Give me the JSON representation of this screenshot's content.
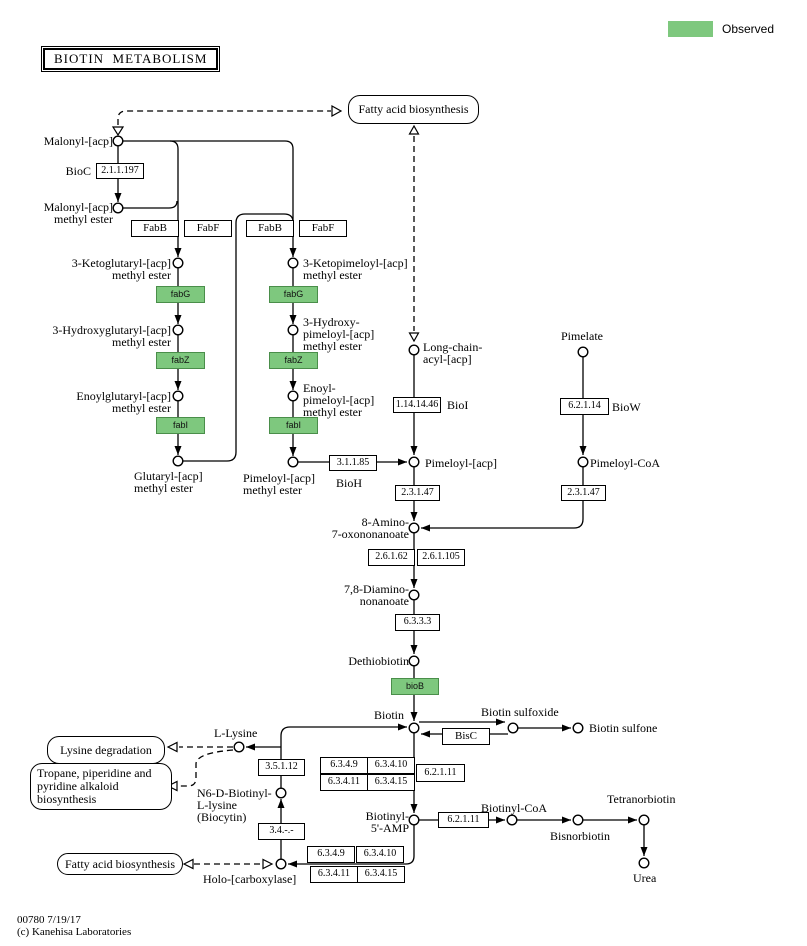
{
  "meta": {
    "title": "BIOTIN  METABOLISM",
    "footer_id": "00780 7/19/17",
    "footer_copyright": "(c) Kanehisa Laboratories"
  },
  "legend": {
    "label": "Observed",
    "observed_color": "#7EC87E"
  },
  "pathway_links": {
    "fatty_acid_top": "Fatty acid biosynthesis",
    "lysine_degradation": "Lysine degradation",
    "tropane": "Tropane, piperidine and\npyridine alkaloid\nbiosynthesis",
    "fatty_acid_bottom": "Fatty acid biosynthesis"
  },
  "compounds": {
    "malonyl_acp": "Malonyl-[acp]",
    "malonyl_acp_me": "Malonyl-[acp]\nmethyl ester",
    "ketoglutaryl": "3-Ketoglutaryl-[acp]\nmethyl ester",
    "hydroxyglutaryl": "3-Hydroxyglutaryl-[acp]\nmethyl ester",
    "enoylglutaryl": "Enoylglutaryl-[acp]\nmethyl ester",
    "glutaryl": "Glutaryl-[acp]\nmethyl ester",
    "ketopimeloyl": "3-Ketopimeloyl-[acp]\nmethyl ester",
    "hydroxypimeloyl": "3-Hydroxy-\npimeloyl-[acp]\nmethyl ester",
    "enoylpimeloyl": "Enoyl-\npimeloyl-[acp]\nmethyl ester",
    "pimeloyl_acp_me": "Pimeloyl-[acp]\nmethyl ester",
    "long_chain": "Long-chain-\nacyl-[acp]",
    "pimeloyl_acp": "Pimeloyl-[acp]",
    "pimelate": "Pimelate",
    "pimeloyl_coa": "Pimeloyl-CoA",
    "amino_oxononanoate": "8-Amino-\n7-oxononanoate",
    "diaminononanoate": "7,8-Diamino-\nnonanoate",
    "dethiobiotin": "Dethiobiotin",
    "biotin": "Biotin",
    "biotin_sulfoxide": "Biotin sulfoxide",
    "biotin_sulfone": "Biotin sulfone",
    "l_lysine": "L-Lysine",
    "biocytin": "N6-D-Biotinyl-\nL-lysine\n(Biocytin)",
    "biotinyl_amp": "Biotinyl-\n5'-AMP",
    "biotinyl_coa": "Biotinyl-CoA",
    "bisnorbiotin": "Bisnorbiotin",
    "tetranorbiotin": "Tetranorbiotin",
    "urea": "Urea",
    "holo_carboxylase": "Holo-[carboxylase]"
  },
  "enzymes": {
    "ec_2_1_1_197": "2.1.1.197",
    "bioc": "BioC",
    "fabb": "FabB",
    "fabf": "FabF",
    "ec_1_14_14_46": "1.14.14.46",
    "bioi": "BioI",
    "ec_6_2_1_14": "6.2.1.14",
    "biow": "BioW",
    "ec_3_1_1_85": "3.1.1.85",
    "bioh": "BioH",
    "ec_2_3_1_47": "2.3.1.47",
    "ec_2_6_1_62": "2.6.1.62",
    "ec_2_6_1_105": "2.6.1.105",
    "ec_6_3_3_3": "6.3.3.3",
    "bisc": "BisC",
    "ec_3_5_1_12": "3.5.1.12",
    "ec_6_3_4_9": "6.3.4.9",
    "ec_6_3_4_10": "6.3.4.10",
    "ec_6_3_4_11": "6.3.4.11",
    "ec_6_3_4_15": "6.3.4.15",
    "ec_6_2_1_11": "6.2.1.11",
    "ec_3_4": "3.4.-.-"
  },
  "genes": {
    "fabG": "fabG",
    "fabZ": "fabZ",
    "fabI": "fabI",
    "bioB": "bioB"
  }
}
